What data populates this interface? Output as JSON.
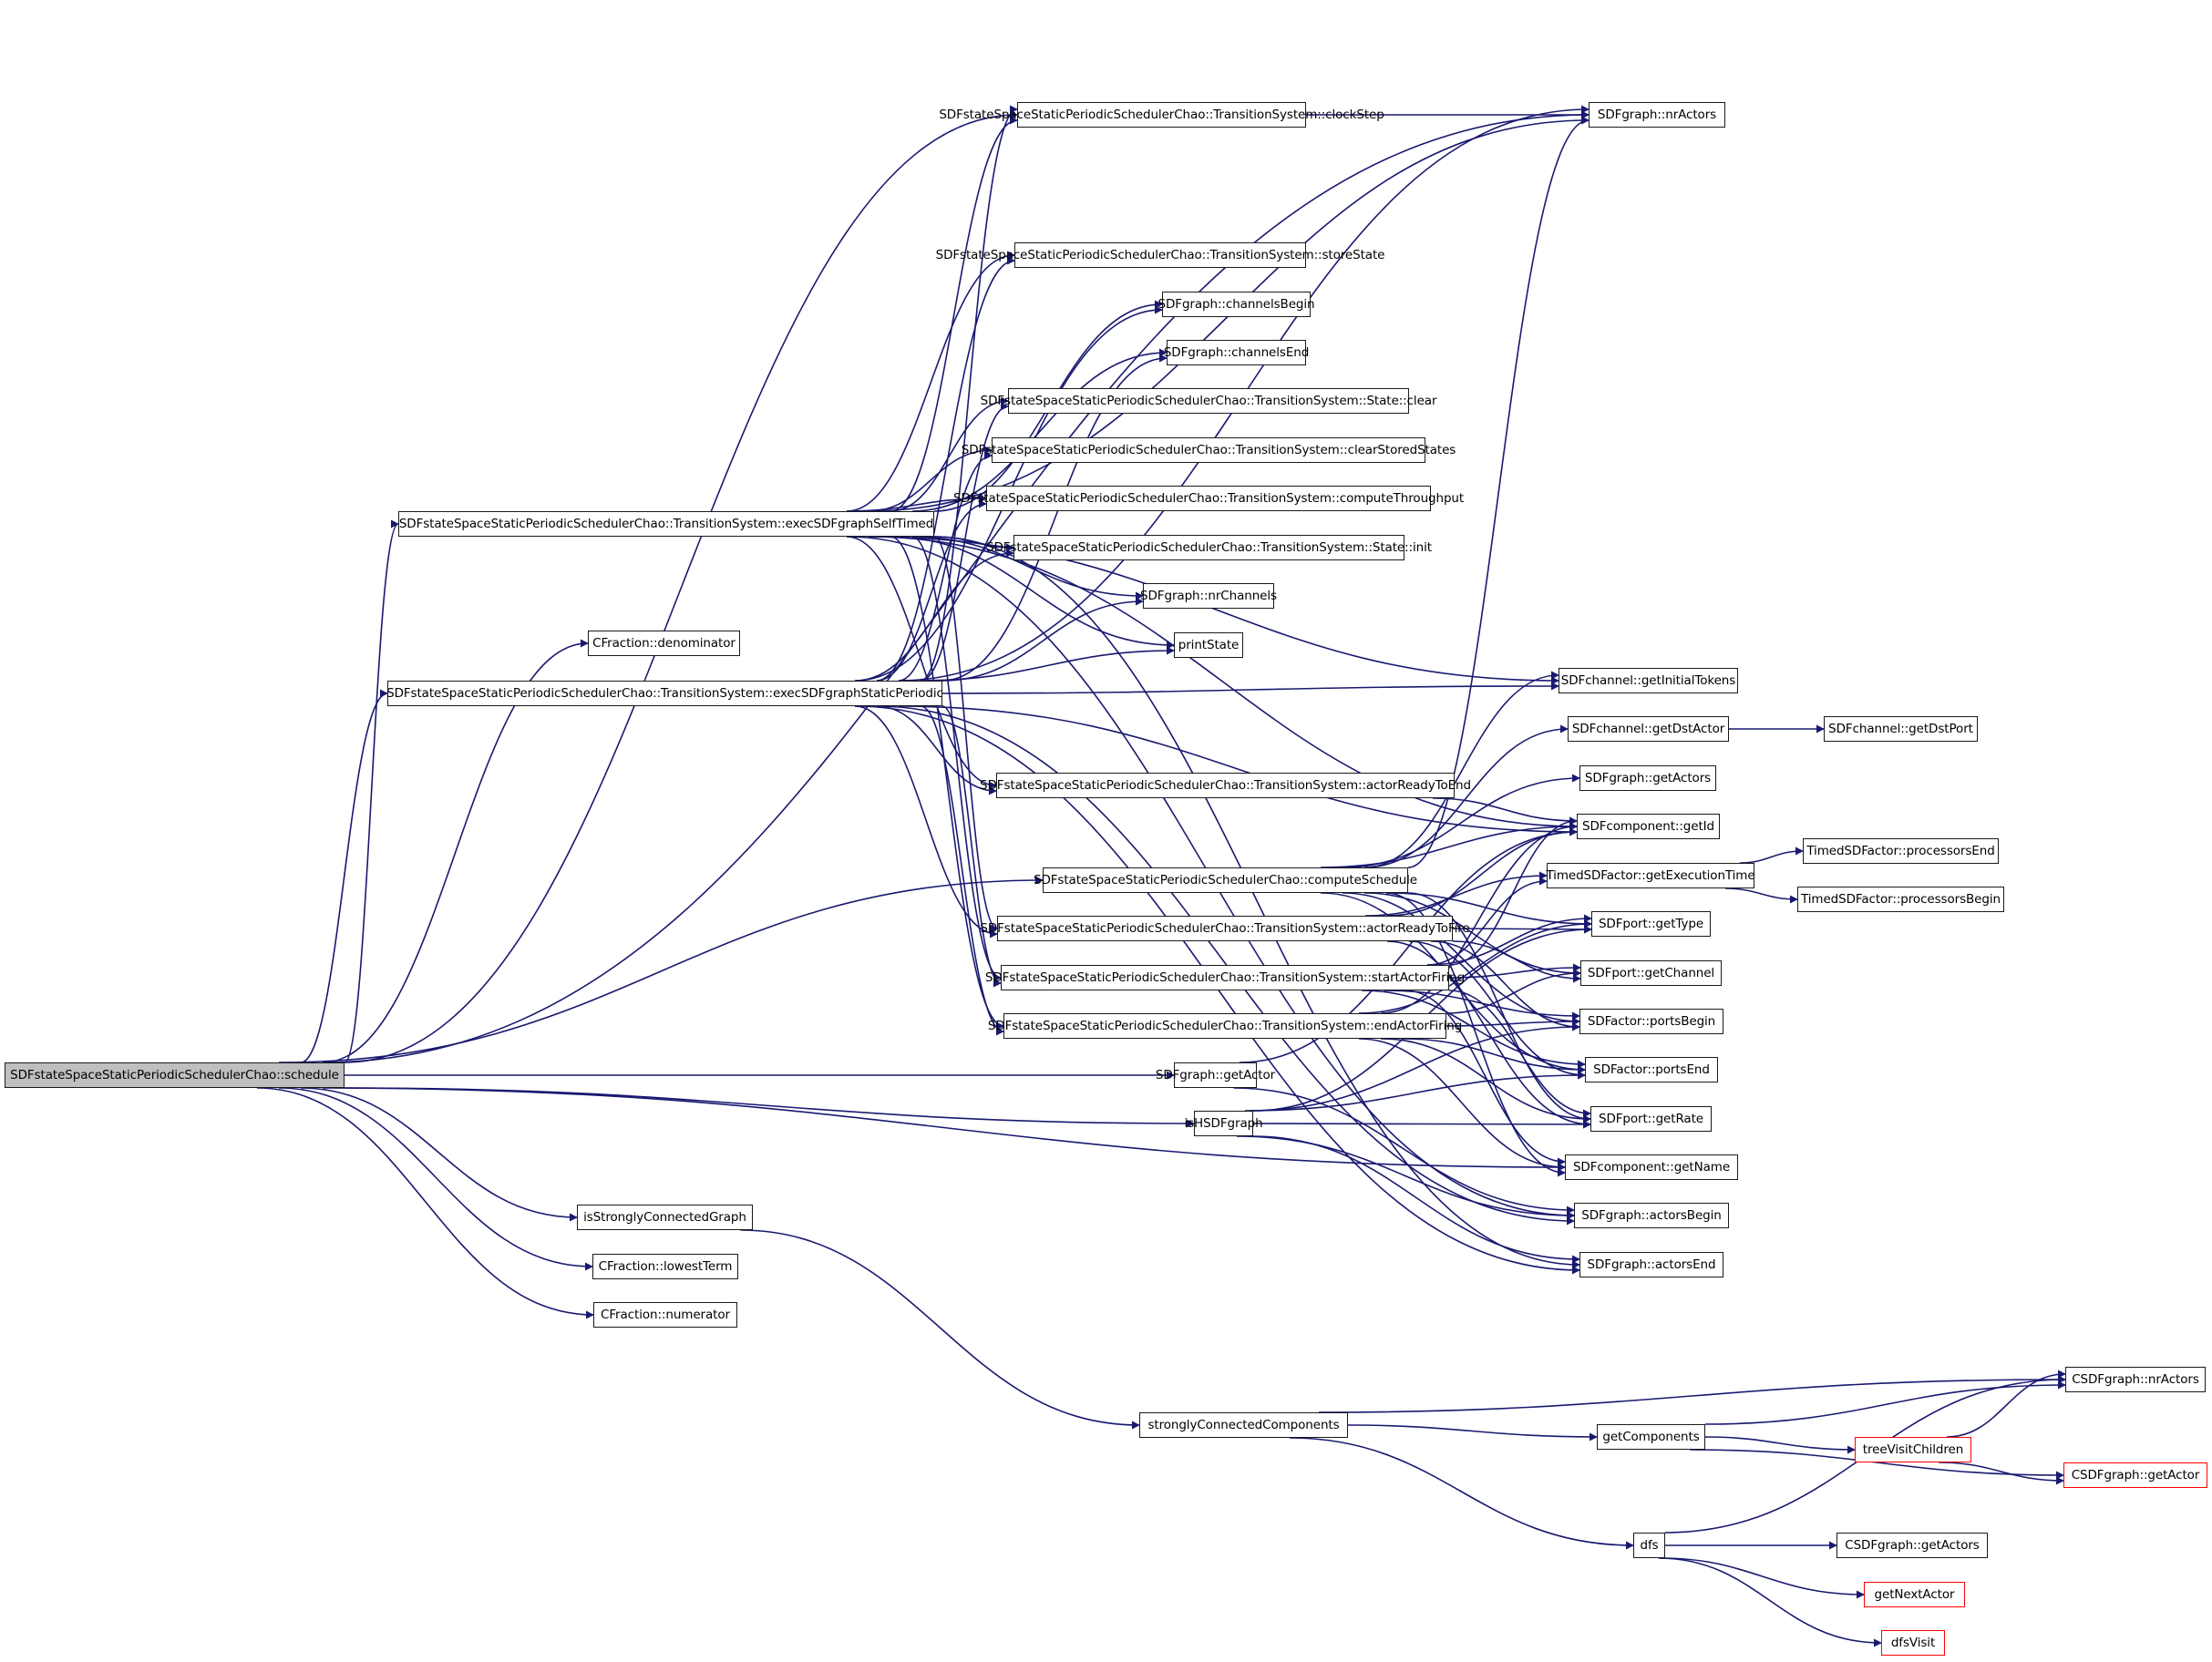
{
  "diagram": {
    "type": "call-graph",
    "edge_color": "#191970",
    "root_fill": "#bfbfbf",
    "truncated_border": "#ff0000",
    "nodes": {
      "schedule": "SDFstateSpaceStaticPeriodicSchedulerChao::schedule",
      "execSelfTimed": "SDFstateSpaceStaticPeriodicSchedulerChao::TransitionSystem::execSDFgraphSelfTimed",
      "denominator": "CFraction::denominator",
      "execStaticPeriodic": "SDFstateSpaceStaticPeriodicSchedulerChao::TransitionSystem::execSDFgraphStaticPeriodic",
      "clockStep": "SDFstateSpaceStaticPeriodicSchedulerChao::TransitionSystem::clockStep",
      "nrActors": "SDFgraph::nrActors",
      "storeState": "SDFstateSpaceStaticPeriodicSchedulerChao::TransitionSystem::storeState",
      "channelsBegin": "SDFgraph::channelsBegin",
      "channelsEnd": "SDFgraph::channelsEnd",
      "stateClear": "SDFstateSpaceStaticPeriodicSchedulerChao::TransitionSystem::State::clear",
      "clearStoredStates": "SDFstateSpaceStaticPeriodicSchedulerChao::TransitionSystem::clearStoredStates",
      "computeThroughput": "SDFstateSpaceStaticPeriodicSchedulerChao::TransitionSystem::computeThroughput",
      "stateInit": "SDFstateSpaceStaticPeriodicSchedulerChao::TransitionSystem::State::init",
      "nrChannels": "SDFgraph::nrChannels",
      "printState": "printState",
      "getInitialTokens": "SDFchannel::getInitialTokens",
      "getDstActor": "SDFchannel::getDstActor",
      "getDstPort": "SDFchannel::getDstPort",
      "actorReadyToEnd": "SDFstateSpaceStaticPeriodicSchedulerChao::TransitionSystem::actorReadyToEnd",
      "getActors": "SDFgraph::getActors",
      "getId": "SDFcomponent::getId",
      "computeSchedule": "SDFstateSpaceStaticPeriodicSchedulerChao::computeSchedule",
      "getExecutionTime": "TimedSDFactor::getExecutionTime",
      "processorsEnd": "TimedSDFactor::processorsEnd",
      "processorsBegin": "TimedSDFactor::processorsBegin",
      "actorReadyToFire": "SDFstateSpaceStaticPeriodicSchedulerChao::TransitionSystem::actorReadyToFire",
      "getType": "SDFport::getType",
      "startActorFiring": "SDFstateSpaceStaticPeriodicSchedulerChao::TransitionSystem::startActorFiring",
      "getChannel": "SDFport::getChannel",
      "endActorFiring": "SDFstateSpaceStaticPeriodicSchedulerChao::TransitionSystem::endActorFiring",
      "portsBegin": "SDFactor::portsBegin",
      "getActor": "SDFgraph::getActor",
      "portsEnd": "SDFactor::portsEnd",
      "isHSDFgraph": "isHSDFgraph",
      "getRate": "SDFport::getRate",
      "getName": "SDFcomponent::getName",
      "isStronglyConnectedGraph": "isStronglyConnectedGraph",
      "actorsBegin": "SDFgraph::actorsBegin",
      "actorsEnd": "SDFgraph::actorsEnd",
      "lowestTerm": "CFraction::lowestTerm",
      "numerator": "CFraction::numerator",
      "csdfNrActors": "CSDFgraph::nrActors",
      "stronglyConnectedComponents": "stronglyConnectedComponents",
      "getComponents": "getComponents",
      "treeVisitChildren": "treeVisitChildren",
      "csdfGetActor": "CSDFgraph::getActor",
      "dfs": "dfs",
      "csdfGetActors": "CSDFgraph::getActors",
      "getNextActor": "getNextActor",
      "dfsVisit": "dfsVisit"
    },
    "truncated_nodes": [
      "treeVisitChildren",
      "csdfGetActor",
      "getNextActor",
      "dfsVisit"
    ],
    "root_node": "schedule",
    "edges": [
      [
        "schedule",
        "execSelfTimed"
      ],
      [
        "schedule",
        "denominator"
      ],
      [
        "schedule",
        "execStaticPeriodic"
      ],
      [
        "schedule",
        "computeSchedule"
      ],
      [
        "schedule",
        "getActor"
      ],
      [
        "schedule",
        "isHSDFgraph"
      ],
      [
        "schedule",
        "getName"
      ],
      [
        "schedule",
        "isStronglyConnectedGraph"
      ],
      [
        "schedule",
        "lowestTerm"
      ],
      [
        "schedule",
        "numerator"
      ],
      [
        "schedule",
        "clockStep"
      ],
      [
        "schedule",
        "nrActors"
      ],
      [
        "execSelfTimed",
        "clockStep"
      ],
      [
        "execSelfTimed",
        "nrActors"
      ],
      [
        "execSelfTimed",
        "storeState"
      ],
      [
        "execSelfTimed",
        "channelsBegin"
      ],
      [
        "execSelfTimed",
        "channelsEnd"
      ],
      [
        "execSelfTimed",
        "stateClear"
      ],
      [
        "execSelfTimed",
        "clearStoredStates"
      ],
      [
        "execSelfTimed",
        "computeThroughput"
      ],
      [
        "execSelfTimed",
        "stateInit"
      ],
      [
        "execSelfTimed",
        "nrChannels"
      ],
      [
        "execSelfTimed",
        "printState"
      ],
      [
        "execSelfTimed",
        "getInitialTokens"
      ],
      [
        "execSelfTimed",
        "actorReadyToEnd"
      ],
      [
        "execSelfTimed",
        "actorReadyToFire"
      ],
      [
        "execSelfTimed",
        "startActorFiring"
      ],
      [
        "execSelfTimed",
        "endActorFiring"
      ],
      [
        "execSelfTimed",
        "getId"
      ],
      [
        "execSelfTimed",
        "actorsBegin"
      ],
      [
        "execSelfTimed",
        "actorsEnd"
      ],
      [
        "execStaticPeriodic",
        "clockStep"
      ],
      [
        "execStaticPeriodic",
        "nrActors"
      ],
      [
        "execStaticPeriodic",
        "storeState"
      ],
      [
        "execStaticPeriodic",
        "channelsBegin"
      ],
      [
        "execStaticPeriodic",
        "channelsEnd"
      ],
      [
        "execStaticPeriodic",
        "stateClear"
      ],
      [
        "execStaticPeriodic",
        "clearStoredStates"
      ],
      [
        "execStaticPeriodic",
        "computeThroughput"
      ],
      [
        "execStaticPeriodic",
        "stateInit"
      ],
      [
        "execStaticPeriodic",
        "nrChannels"
      ],
      [
        "execStaticPeriodic",
        "printState"
      ],
      [
        "execStaticPeriodic",
        "getInitialTokens"
      ],
      [
        "execStaticPeriodic",
        "actorReadyToEnd"
      ],
      [
        "execStaticPeriodic",
        "actorReadyToFire"
      ],
      [
        "execStaticPeriodic",
        "startActorFiring"
      ],
      [
        "execStaticPeriodic",
        "endActorFiring"
      ],
      [
        "execStaticPeriodic",
        "getId"
      ],
      [
        "execStaticPeriodic",
        "actorsBegin"
      ],
      [
        "execStaticPeriodic",
        "actorsEnd"
      ],
      [
        "clockStep",
        "nrActors"
      ],
      [
        "actorReadyToEnd",
        "getId"
      ],
      [
        "computeSchedule",
        "getDstActor"
      ],
      [
        "computeSchedule",
        "getActors"
      ],
      [
        "computeSchedule",
        "getId"
      ],
      [
        "computeSchedule",
        "nrActors"
      ],
      [
        "computeSchedule",
        "getType"
      ],
      [
        "computeSchedule",
        "getChannel"
      ],
      [
        "computeSchedule",
        "portsBegin"
      ],
      [
        "computeSchedule",
        "portsEnd"
      ],
      [
        "computeSchedule",
        "getRate"
      ],
      [
        "computeSchedule",
        "getName"
      ],
      [
        "computeSchedule",
        "getInitialTokens"
      ],
      [
        "actorReadyToFire",
        "getId"
      ],
      [
        "actorReadyToFire",
        "getType"
      ],
      [
        "actorReadyToFire",
        "getChannel"
      ],
      [
        "actorReadyToFire",
        "portsBegin"
      ],
      [
        "actorReadyToFire",
        "portsEnd"
      ],
      [
        "actorReadyToFire",
        "getRate"
      ],
      [
        "actorReadyToFire",
        "getExecutionTime"
      ],
      [
        "startActorFiring",
        "getId"
      ],
      [
        "startActorFiring",
        "getType"
      ],
      [
        "startActorFiring",
        "getChannel"
      ],
      [
        "startActorFiring",
        "portsBegin"
      ],
      [
        "startActorFiring",
        "portsEnd"
      ],
      [
        "startActorFiring",
        "getRate"
      ],
      [
        "startActorFiring",
        "getExecutionTime"
      ],
      [
        "startActorFiring",
        "getName"
      ],
      [
        "endActorFiring",
        "getId"
      ],
      [
        "endActorFiring",
        "getType"
      ],
      [
        "endActorFiring",
        "getChannel"
      ],
      [
        "endActorFiring",
        "portsBegin"
      ],
      [
        "endActorFiring",
        "portsEnd"
      ],
      [
        "endActorFiring",
        "getRate"
      ],
      [
        "endActorFiring",
        "getName"
      ],
      [
        "getDstActor",
        "getDstPort"
      ],
      [
        "getExecutionTime",
        "processorsEnd"
      ],
      [
        "getExecutionTime",
        "processorsBegin"
      ],
      [
        "getActor",
        "getId"
      ],
      [
        "getActor",
        "actorsBegin"
      ],
      [
        "isHSDFgraph",
        "getType"
      ],
      [
        "isHSDFgraph",
        "portsBegin"
      ],
      [
        "isHSDFgraph",
        "portsEnd"
      ],
      [
        "isHSDFgraph",
        "getRate"
      ],
      [
        "isHSDFgraph",
        "actorsBegin"
      ],
      [
        "isHSDFgraph",
        "actorsEnd"
      ],
      [
        "isStronglyConnectedGraph",
        "stronglyConnectedComponents"
      ],
      [
        "stronglyConnectedComponents",
        "csdfNrActors"
      ],
      [
        "stronglyConnectedComponents",
        "getComponents"
      ],
      [
        "stronglyConnectedComponents",
        "dfs"
      ],
      [
        "getComponents",
        "csdfNrActors"
      ],
      [
        "getComponents",
        "treeVisitChildren"
      ],
      [
        "getComponents",
        "csdfGetActor"
      ],
      [
        "treeVisitChildren",
        "csdfNrActors"
      ],
      [
        "treeVisitChildren",
        "csdfGetActor"
      ],
      [
        "dfs",
        "csdfNrActors"
      ],
      [
        "dfs",
        "csdfGetActors"
      ],
      [
        "dfs",
        "getNextActor"
      ],
      [
        "dfs",
        "dfsVisit"
      ]
    ]
  }
}
